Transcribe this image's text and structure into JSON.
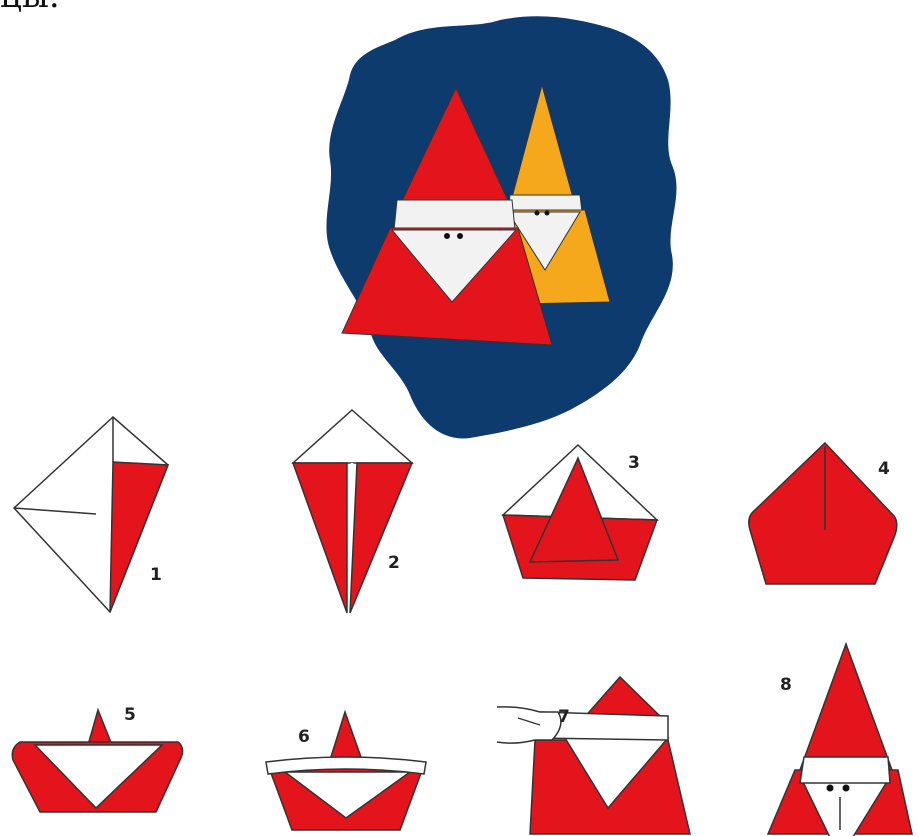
{
  "header_fragment": "цы.",
  "colors": {
    "red": "#e4141c",
    "white": "#ffffff",
    "yellow": "#f5a81c",
    "navy": "#0e3b6e",
    "outline": "#333333"
  },
  "steps": [
    {
      "number": "1"
    },
    {
      "number": "2"
    },
    {
      "number": "3"
    },
    {
      "number": "4"
    },
    {
      "number": "5"
    },
    {
      "number": "6"
    },
    {
      "number": "7"
    },
    {
      "number": "8"
    }
  ]
}
